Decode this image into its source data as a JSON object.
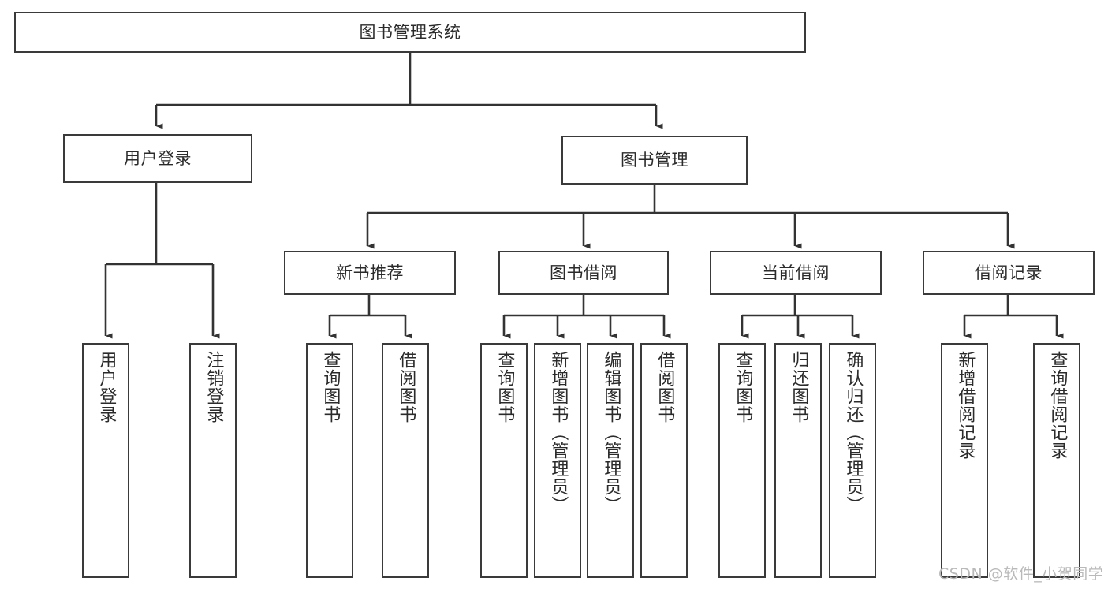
{
  "diagram": {
    "title": "图书管理系统",
    "type": "tree-hierarchy-chart",
    "orientation": "top-down",
    "colors": {
      "box_border": "#3a3a3a",
      "box_fill": "#ffffff",
      "edge": "#333333",
      "text": "#2b2b2b",
      "watermark": "#b9b9b9",
      "background": "#ffffff"
    }
  },
  "watermark": {
    "text": "CSDN @软件_小贺同学"
  },
  "nodes": {
    "root": {
      "label": "图书管理系统"
    },
    "level2": [
      {
        "label": "用户登录"
      },
      {
        "label": "图书管理"
      }
    ],
    "level3": [
      {
        "label": "新书推荐"
      },
      {
        "label": "图书借阅"
      },
      {
        "label": "当前借阅"
      },
      {
        "label": "借阅记录"
      }
    ],
    "leaves": {
      "user_login": [
        {
          "label": "用户登录"
        },
        {
          "label": "注销登录"
        }
      ],
      "new_book_recommend": [
        {
          "label": "查询图书"
        },
        {
          "label": "借阅图书"
        }
      ],
      "book_borrow": [
        {
          "label": "查询图书"
        },
        {
          "label": "新增图书（管理员）"
        },
        {
          "label": "编辑图书（管理员）"
        },
        {
          "label": "借阅图书"
        }
      ],
      "current_borrow": [
        {
          "label": "查询图书"
        },
        {
          "label": "归还图书"
        },
        {
          "label": "确认归还（管理员）"
        }
      ],
      "borrow_record": [
        {
          "label": "新增借阅记录"
        },
        {
          "label": "查询借阅记录"
        }
      ]
    }
  }
}
